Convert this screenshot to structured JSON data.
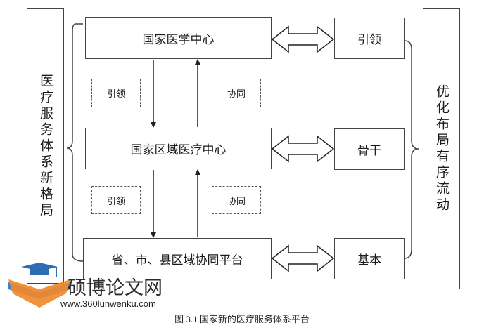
{
  "left_label": "医疗服务体系新格局",
  "right_label": "优化布局有序流动",
  "centers": {
    "national": "国家医学中心",
    "regional": "国家区域医疗中心",
    "provincial": "省、市、县区域协同平台"
  },
  "roles": {
    "lead": "引领",
    "backbone": "骨干",
    "basic": "基本"
  },
  "relations": {
    "lead_top": "引领",
    "coop_top": "协同",
    "lead_bottom": "引领",
    "coop_bottom": "协同"
  },
  "watermark": {
    "brand": "硕博论文网",
    "site": "www.360lunwenku.com"
  },
  "caption": "图 3.1  国家新的医疗服务体系平台"
}
